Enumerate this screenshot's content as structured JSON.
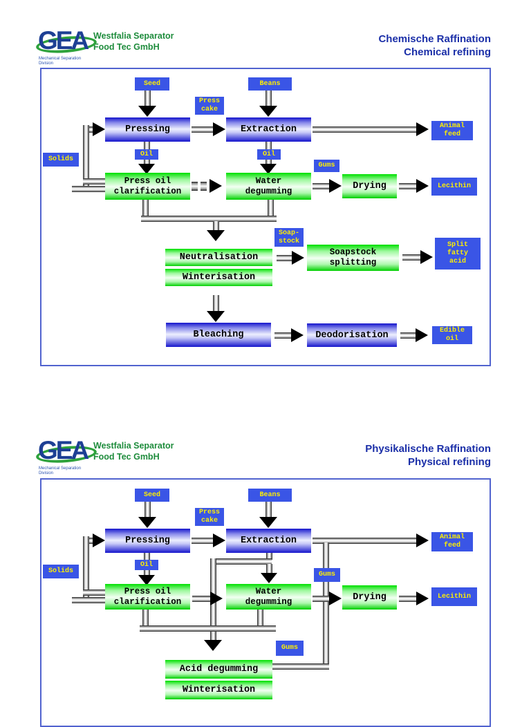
{
  "header": {
    "brand": "GEA",
    "company_line1": "Westfalia Separator",
    "company_line2": "Food Tec GmbH",
    "division_line1": "Mechanical Separation",
    "division_line2": "Division"
  },
  "section1": {
    "title_line1": "Chemische Raffination",
    "title_line2": "Chemical refining"
  },
  "section2": {
    "title_line1": "Physikalische Raffination",
    "title_line2": "Physical refining"
  },
  "d1": {
    "seed": "Seed",
    "beans": "Beans",
    "press_cake_1": "Press",
    "press_cake_2": "cake",
    "pressing": "Pressing",
    "extraction": "Extraction",
    "animal_feed_1": "Animal",
    "animal_feed_2": "feed",
    "solids": "Solids",
    "oil_left": "Oil",
    "oil_right": "Oil",
    "press_oil_clar_1": "Press oil",
    "press_oil_clar_2": "clarification",
    "water_degum_1": "Water",
    "water_degum_2": "degumming",
    "gums": "Gums",
    "drying": "Drying",
    "lecithin": "Lecithin",
    "soapstock_1": "Soap-",
    "soapstock_2": "stock",
    "neutralisation": "Neutralisation",
    "winterisation": "Winterisation",
    "soapstock_split_1": "Soapstock",
    "soapstock_split_2": "splitting",
    "split_fatty_1": "Split",
    "split_fatty_2": "fatty",
    "split_fatty_3": "acid",
    "bleaching": "Bleaching",
    "deodorisation": "Deodorisation",
    "edible_oil_1": "Edible",
    "edible_oil_2": "oil"
  },
  "d2": {
    "seed": "Seed",
    "beans": "Beans",
    "press_cake_1": "Press",
    "press_cake_2": "cake",
    "pressing": "Pressing",
    "extraction": "Extraction",
    "animal_feed_1": "Animal",
    "animal_feed_2": "feed",
    "solids": "Solids",
    "oil": "Oil",
    "press_oil_clar_1": "Press oil",
    "press_oil_clar_2": "clarification",
    "water_degum_1": "Water",
    "water_degum_2": "degumming",
    "gums_right": "Gums",
    "gums_center": "Gums",
    "drying": "Drying",
    "lecithin": "Lecithin",
    "acid_degumming": "Acid degumming",
    "winterisation": "Winterisation"
  },
  "colors": {
    "stream_label_blue": "#3a55e6",
    "stream_label_text_yellow": "#ffef00",
    "title_blue": "#1b2fa8",
    "logo_blue": "#1d3f94",
    "logo_green": "#2ea23c",
    "company_green": "#1e8c3c",
    "diagram_border_blue": "#5163cf",
    "process_blue": "#1414cc",
    "process_green": "#00d800"
  }
}
